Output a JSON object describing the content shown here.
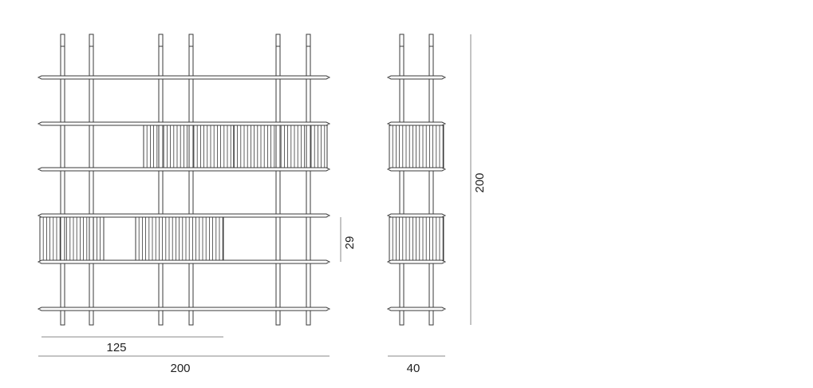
{
  "colors": {
    "line": "#3a3a3a",
    "dimension_line": "#8a8a8a",
    "text": "#222222",
    "background": "#ffffff"
  },
  "front_view": {
    "dimensions": {
      "overall_width": "200",
      "door_span_width": "125",
      "shelf_spacing": "29"
    }
  },
  "side_view": {
    "dimensions": {
      "depth": "40",
      "overall_height": "200"
    }
  }
}
